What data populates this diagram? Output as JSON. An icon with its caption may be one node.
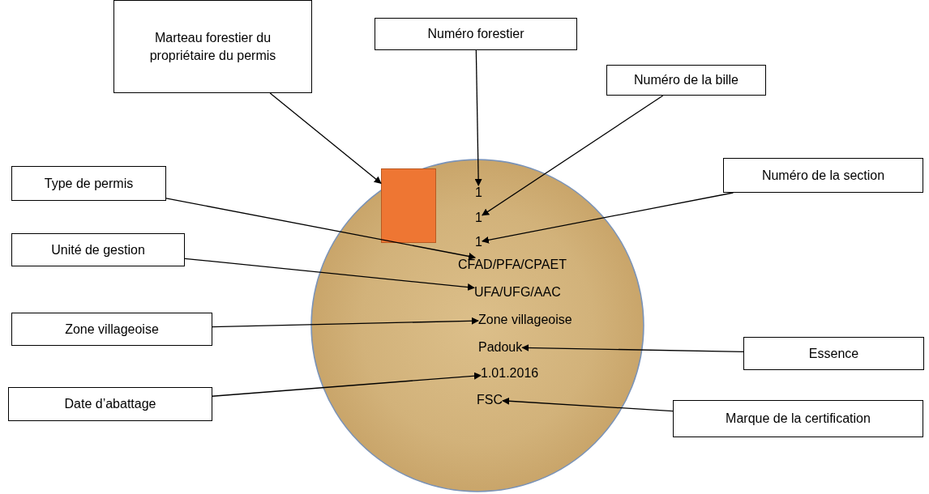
{
  "diagram": {
    "nodes": [
      {
        "text": [],
        "shape": "circle"
      },
      {
        "text": [],
        "shape": "box",
        "in": 0
      },
      {
        "text": [
          "1"
        ],
        "in": 0
      },
      {
        "text": [
          "1"
        ],
        "in": 0
      },
      {
        "text": [
          "1"
        ],
        "in": 0
      },
      {
        "text": [
          "CFAD/PFA/CPAET"
        ],
        "in": 0
      },
      {
        "text": [
          "UFA/UFG/AAC"
        ],
        "in": 0
      },
      {
        "text": [
          "Zone villageoise"
        ],
        "in": 0
      },
      {
        "text": [
          "Padouk"
        ],
        "in": 0
      },
      {
        "text": [
          "1.01.2016"
        ],
        "in": 0
      },
      {
        "text": [
          "FSC"
        ],
        "in": 0
      },
      {
        "text": [
          "Marteau forestier du propriétaire du permis"
        ]
      },
      {
        "text": [
          "Numéro forestier"
        ]
      },
      {
        "text": [
          "Numéro de la bille"
        ]
      },
      {
        "text": [
          "Type de permis"
        ]
      },
      {
        "text": [
          "Numéro de la section"
        ]
      },
      {
        "text": [
          "Unité de gestion"
        ]
      },
      {
        "text": [
          "Zone villageoise"
        ]
      },
      {
        "text": [
          "Essence"
        ]
      },
      {
        "text": [
          "Date d’abattage"
        ]
      },
      {
        "text": [
          "Marque de la certification"
        ]
      }
    ],
    "edges": [
      {
        "from": 11,
        "to": 1,
        "arrow": "to"
      },
      {
        "from": 12,
        "to": 2,
        "arrow": "to"
      },
      {
        "from": 13,
        "to": 3,
        "arrow": "to"
      },
      {
        "from": 15,
        "to": 4,
        "arrow": "to"
      },
      {
        "from": 14,
        "to": 5,
        "arrow": "to"
      },
      {
        "from": 16,
        "to": 6,
        "arrow": "to"
      },
      {
        "from": 17,
        "to": 7,
        "arrow": "to"
      },
      {
        "from": 18,
        "to": 8,
        "arrow": "to"
      },
      {
        "from": 19,
        "to": 9,
        "arrow": "to"
      },
      {
        "from": 20,
        "to": 10,
        "arrow": "to"
      }
    ]
  }
}
